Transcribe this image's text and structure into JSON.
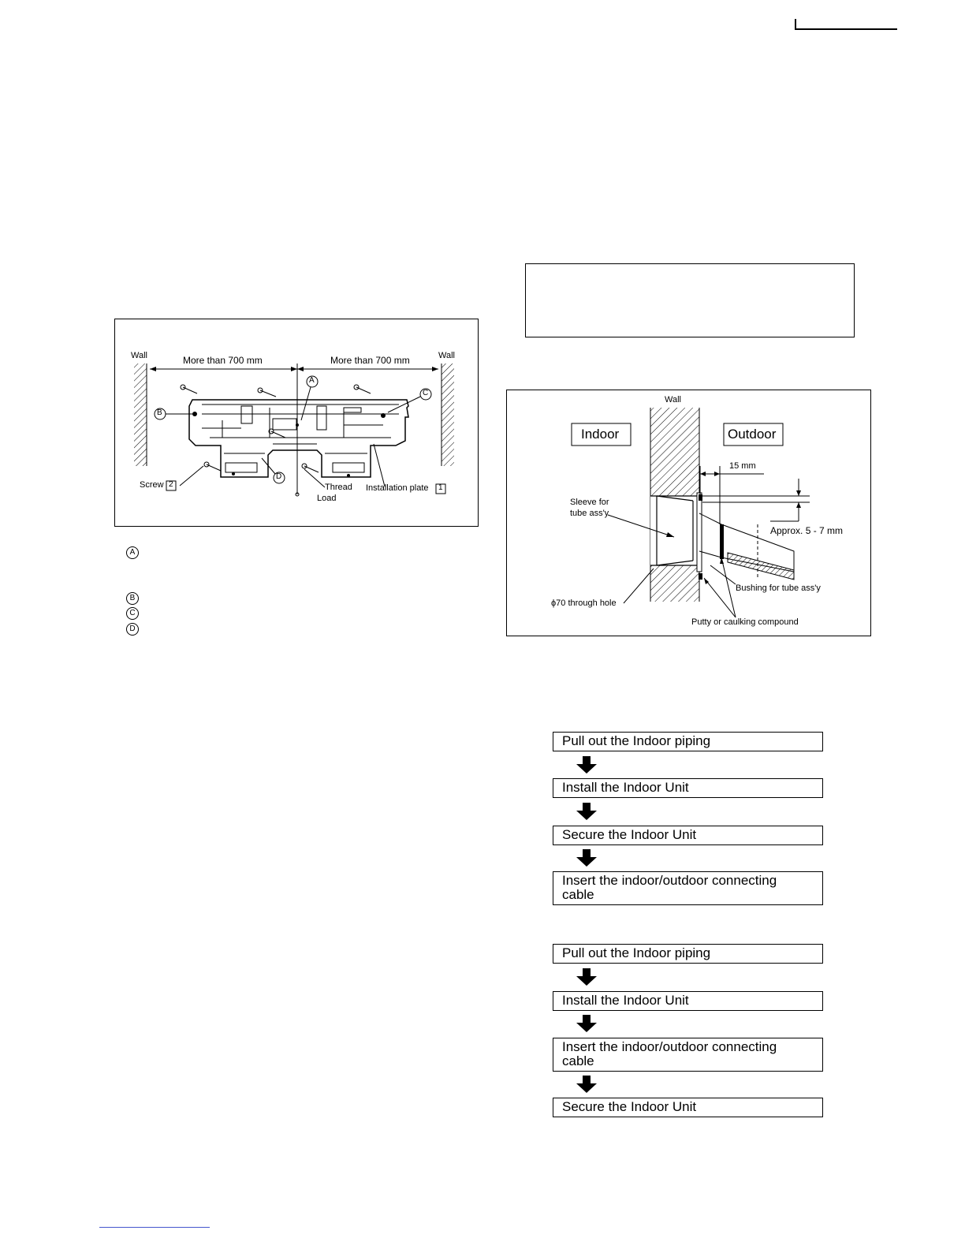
{
  "fig_wall_plate": {
    "wall_left": "Wall",
    "wall_right": "Wall",
    "dim_left": "More than 700 mm",
    "dim_right": "More than 700 mm",
    "marker_a": "A",
    "marker_b": "B",
    "marker_c": "C",
    "marker_d": "D",
    "screw_label": "Screw",
    "screw_num": "2",
    "thread_label": "Thread",
    "load_label": "Load",
    "plate_label": "Installation plate",
    "plate_num": "1"
  },
  "legend": {
    "a": "A",
    "b": "B",
    "c": "C",
    "d": "D"
  },
  "fig_sleeve": {
    "wall": "Wall",
    "indoor": "Indoor",
    "outdoor": "Outdoor",
    "gap": "15 mm",
    "sleeve_line1": "Sleeve for",
    "sleeve_line2": "tube ass'y",
    "approx": "Approx. 5 - 7 mm",
    "bushing": "Bushing for tube ass'y",
    "through_hole": "ϕ70 through hole",
    "putty": "Putty or caulking compound"
  },
  "flow1": [
    "Pull out the Indoor piping",
    "Install the Indoor Unit",
    "Secure the Indoor Unit",
    "Insert the indoor/outdoor connecting cable"
  ],
  "flow2": [
    "Pull out the Indoor piping",
    "Install the Indoor Unit",
    "Insert the indoor/outdoor connecting cable",
    "Secure the Indoor Unit"
  ]
}
